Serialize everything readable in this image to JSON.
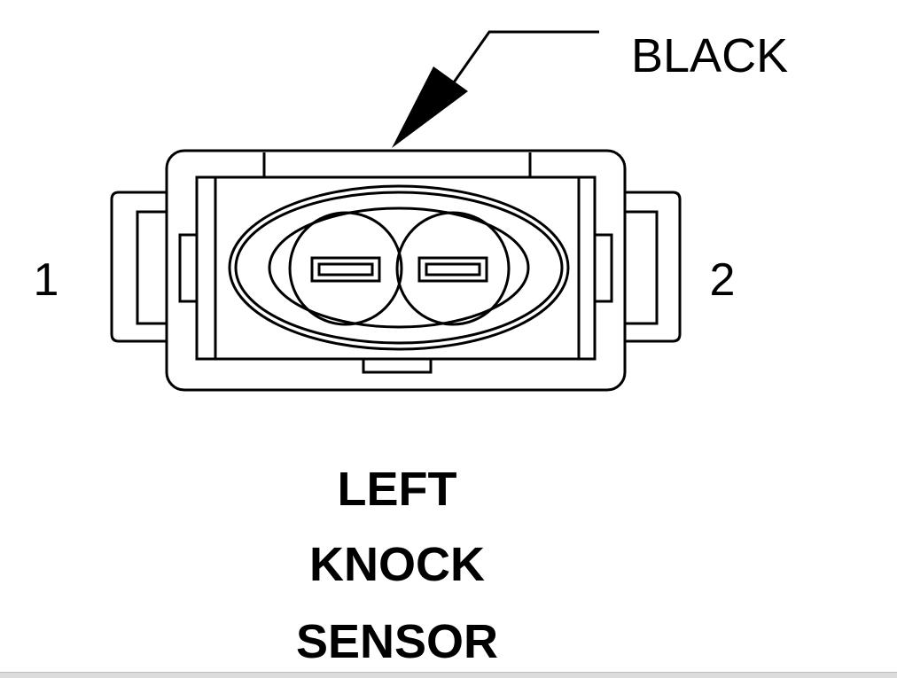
{
  "connector": {
    "color_callout": "BLACK",
    "pin_left": "1",
    "pin_right": "2",
    "title_lines": [
      "LEFT",
      "KNOCK",
      "SENSOR"
    ]
  },
  "colors": {
    "line": "#000000",
    "background": "#ffffff"
  }
}
